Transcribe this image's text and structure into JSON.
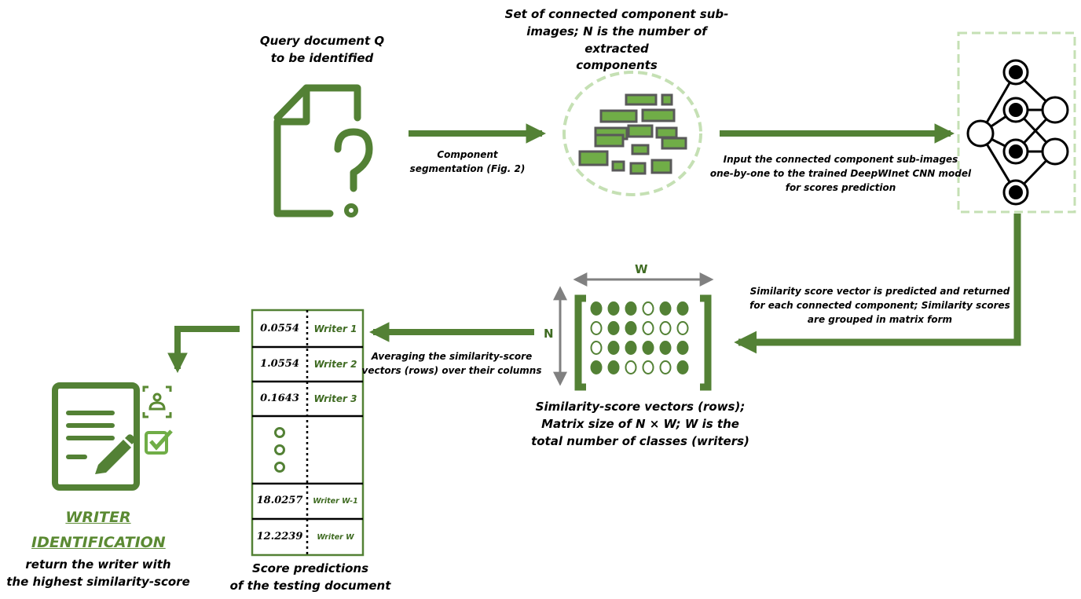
{
  "labels": {
    "query_doc": "Query document Q\nto be identified",
    "component_set": "Set of connected component sub-\nimages; N is the number of extracted\ncomponents",
    "segmentation": "Component\nsegmentation (Fig. 2)",
    "input_cnn": "Input the connected component sub-images\none-by-one  to the trained DeepWInet CNN model\nfor scores prediction",
    "similarity_vector": "Similarity score vector is predicted and returned\nfor each connected component; Similarity scores\nare grouped in matrix form",
    "averaging": "Averaging the similarity-score\nvectors (rows) over their columns",
    "matrix_caption": "Similarity-score vectors (rows);\nMatrix size of N × W;  W is the\ntotal number of classes (writers)",
    "score_caption": "Score predictions\nof the testing document",
    "writer_id_line1": "WRITER",
    "writer_id_line2": "IDENTIFICATION",
    "writer_id_desc": "return the writer with\nthe highest similarity-score",
    "axis_w": "W",
    "axis_n": "N"
  },
  "score_table": {
    "rows": [
      {
        "score": "0.0554",
        "writer": "Writer 1"
      },
      {
        "score": "1.0554",
        "writer": "Writer 2"
      },
      {
        "score": "0.1643",
        "writer": "Writer 3"
      },
      {
        "score": "18.0257",
        "writer": "Writer W-1"
      },
      {
        "score": "12.2239",
        "writer": "Writer W"
      }
    ]
  },
  "matrix": {
    "rows": [
      [
        1,
        1,
        1,
        0,
        1,
        1
      ],
      [
        0,
        1,
        1,
        0,
        0,
        0
      ],
      [
        0,
        1,
        1,
        1,
        1,
        1
      ],
      [
        1,
        1,
        0,
        0,
        0,
        1
      ]
    ]
  },
  "colors": {
    "green_dark": "#538135",
    "green_mid": "#5b8a33",
    "green_light": "#70ad47",
    "green_pale": "#c5e0b4",
    "gray": "#595959"
  },
  "icons": [
    "document-question-icon",
    "components-cluster-icon",
    "neural-network-icon",
    "writer-document-pen-icon",
    "scan-user-icon",
    "checkbox-icon"
  ]
}
